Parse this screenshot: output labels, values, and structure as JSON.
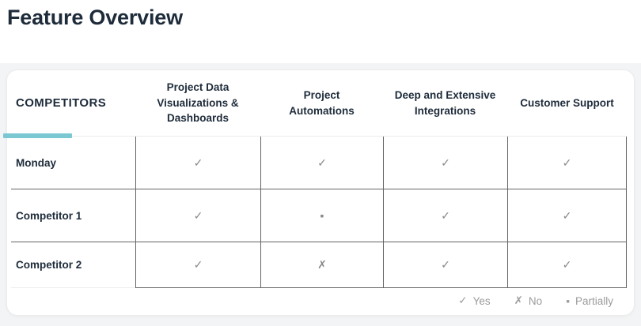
{
  "page": {
    "title": "Feature Overview"
  },
  "table": {
    "row_header": "COMPETITORS",
    "columns": [
      "Project Data Visualizations & Dashboards",
      "Project Automations",
      "Deep and Extensive Integrations",
      "Customer Support"
    ],
    "rows": [
      {
        "label": "Monday",
        "cells": [
          "✓",
          "✓",
          "✓",
          "✓"
        ]
      },
      {
        "label": "Competitor 1",
        "cells": [
          "✓",
          "▪",
          "✓",
          "✓"
        ]
      },
      {
        "label": "Competitor 2",
        "cells": [
          "✓",
          "✗",
          "✓",
          "✓"
        ]
      }
    ]
  },
  "legend": [
    {
      "glyph": "✓",
      "label": "Yes"
    },
    {
      "glyph": "✗",
      "label": "No"
    },
    {
      "glyph": "▪",
      "label": "Partially"
    }
  ],
  "colors": {
    "accent_teal": "#7bc8d2",
    "heading_text": "#1e2b3a",
    "mark_gray": "#898989",
    "table_border": "#656565",
    "light_border": "#ececec",
    "legend_gray": "#9b9b9b",
    "page_background": "#f3f4f5"
  }
}
